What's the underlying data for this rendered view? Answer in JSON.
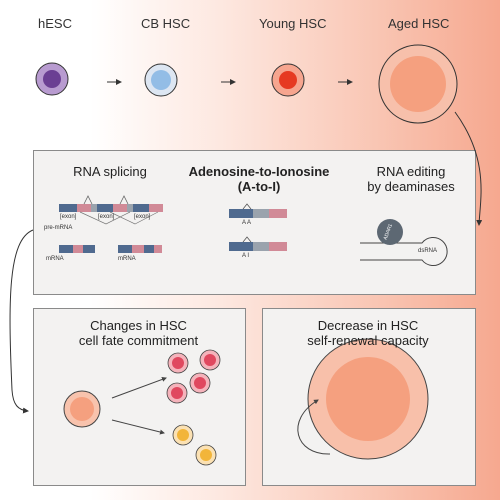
{
  "stages": {
    "hesc": "hESC",
    "cb_hsc": "CB HSC",
    "young_hsc": "Young HSC",
    "aged_hsc": "Aged HSC"
  },
  "rna_panel": {
    "splicing_title": "RNA splicing",
    "exon_labels": [
      "[exon]",
      "[exon]",
      "[exon]"
    ],
    "pre_mrna_label": "pre-mRNA",
    "mrna_labels": [
      "mRNA",
      "mRNA"
    ],
    "a_to_i_title_line1": "Adenosine-to-Ionosine",
    "a_to_i_title_line2": "(A-to-I)",
    "aa_label": "A A",
    "ai_label": "A I",
    "editing_title_line1": "RNA editing",
    "editing_title_line2": "by deaminases",
    "adar_label": "ADAR1",
    "dsrna_label": "dsRNA"
  },
  "fate_panel": {
    "title_line1": "Changes in HSC",
    "title_line2": "cell fate commitment"
  },
  "renewal_panel": {
    "title_line1": "Decrease in HSC",
    "title_line2": "self-renewal capacity"
  },
  "colors": {
    "hesc": "#7e4fa3",
    "cb_hsc": "#8fb8e2",
    "young_hsc": "#e8432e",
    "aged_hsc": "#f5a588",
    "blue_segment": "#4f6a8f",
    "pink_segment": "#d18a97"
  }
}
